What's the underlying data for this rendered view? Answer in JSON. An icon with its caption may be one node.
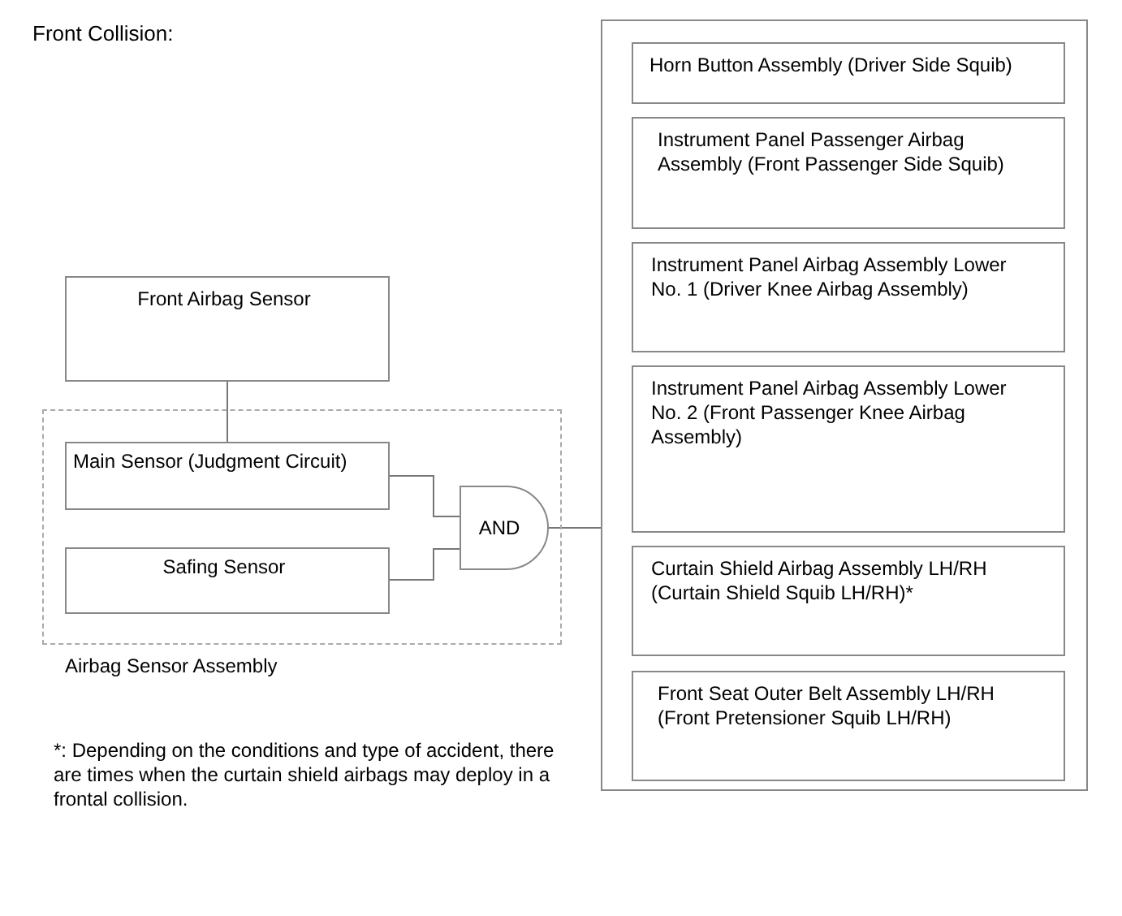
{
  "diagram": {
    "title": "Front Collision:",
    "nodes": [
      {
        "text": [
          "Front Airbag Sensor"
        ]
      },
      {
        "text": [
          "Airbag Sensor Assembly"
        ]
      },
      {
        "text": [
          "Main Sensor (Judgment Circuit)"
        ],
        "in": 1
      },
      {
        "text": [
          "Safing Sensor"
        ],
        "in": 1
      },
      {
        "text": [
          "AND"
        ],
        "in": 1
      },
      {
        "text": [],
        "shape": "box"
      },
      {
        "text": [
          "Horn Button Assembly (Driver Side Squib)"
        ],
        "in": 5
      },
      {
        "text": [
          "Instrument Panel Passenger Airbag Assembly (Front Passenger Side Squib)"
        ],
        "in": 5
      },
      {
        "text": [
          "Instrument Panel Airbag Assembly Lower No. 1 (Driver Knee Airbag Assembly)"
        ],
        "in": 5
      },
      {
        "text": [
          "Instrument Panel Airbag Assembly Lower No. 2 (Front Passenger Knee Airbag Assembly)"
        ],
        "in": 5
      },
      {
        "text": [
          "Curtain Shield Airbag Assembly LH/RH (Curtain Shield Squib LH/RH)*"
        ],
        "in": 5
      },
      {
        "text": [
          "Front Seat Outer Belt Assembly LH/RH (Front Pretensioner Squib LH/RH)"
        ],
        "in": 5
      }
    ],
    "edges": [
      {
        "from": 0,
        "to": 2,
        "arrow": "none"
      },
      {
        "from": 2,
        "to": 4,
        "arrow": "none"
      },
      {
        "from": 3,
        "to": 4,
        "arrow": "none"
      },
      {
        "from": 4,
        "to": 5,
        "arrow": "none"
      }
    ],
    "labels": [
      "*: Depending on the conditions and type of accident, there are times when the curtain shield airbags may deploy in a frontal collision."
    ]
  }
}
